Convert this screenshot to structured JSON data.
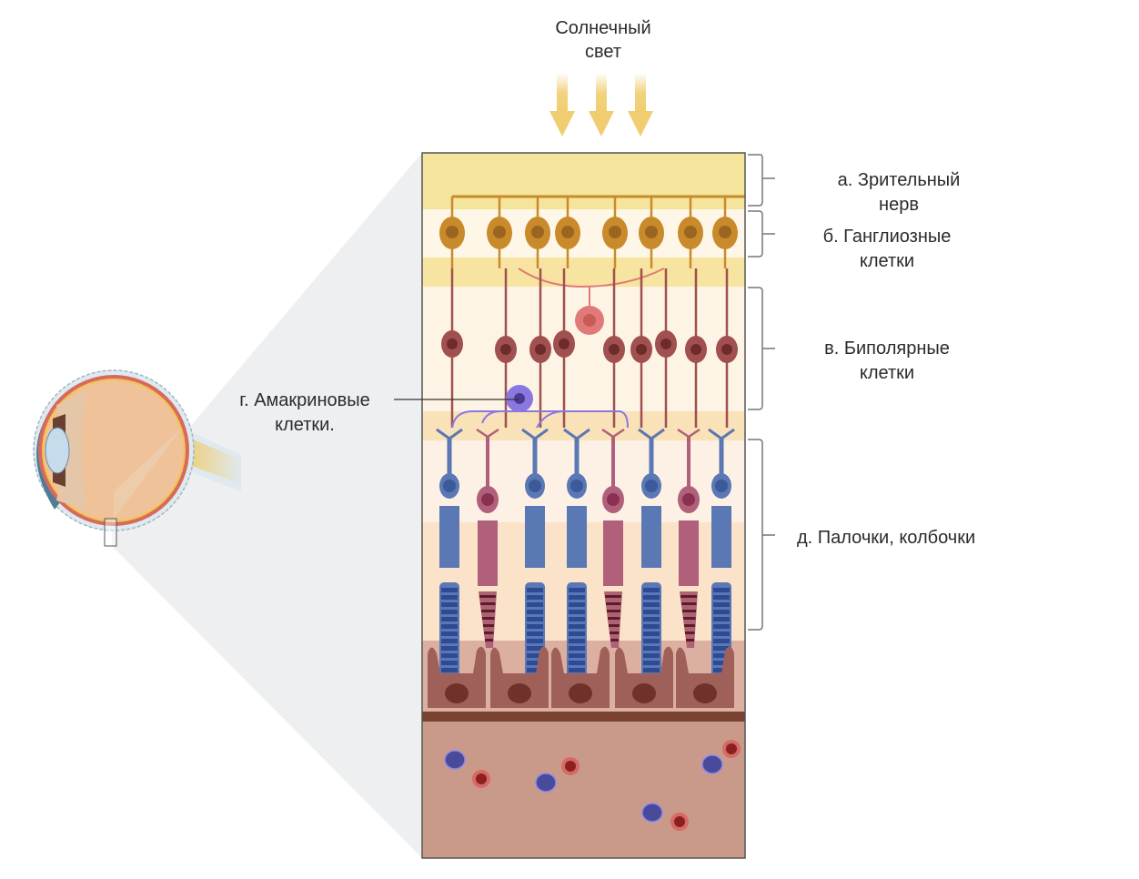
{
  "title": {
    "line1": "Солнечный",
    "line2": "свет"
  },
  "labels": {
    "a": {
      "line1": "а. Зрительный",
      "line2": "нерв"
    },
    "b": {
      "line1": "б. Ганглиозные",
      "line2": "клетки"
    },
    "v": {
      "line1": "в. Биполярные",
      "line2": "клетки"
    },
    "g": {
      "line1": "г. Амакриновые",
      "line2": "клетки."
    },
    "d": {
      "line1": "д. Палочки, колбочки"
    }
  },
  "colors": {
    "nerve_fiber_layer": "#f2e29a",
    "light_band": "#fdf6e8",
    "ganglion": "#c98a2b",
    "ganglion_nucleus": "#9a6520",
    "bipolar": "#a0504f",
    "bipolar_nucleus": "#6e2b2b",
    "horizontal_cell": "#e07a78",
    "amacrine": "#8a78e0",
    "rod": "#5a78b4",
    "rod_stack": "#2e4a94",
    "cone": "#b0607a",
    "cone_nucleus": "#8a3050",
    "rpe": "#a0605a",
    "choroid": "#c99a8a",
    "bruch": "#7a4230",
    "rbc": "#8a2020",
    "wbc": "#4a4a9a",
    "arrow": "#f0cd70",
    "cone_shadow": "#eeeff1"
  },
  "cells": {
    "rods_cones_pattern": [
      "rod",
      "cone",
      "rod",
      "rod",
      "cone",
      "rod",
      "cone",
      "rod"
    ]
  }
}
